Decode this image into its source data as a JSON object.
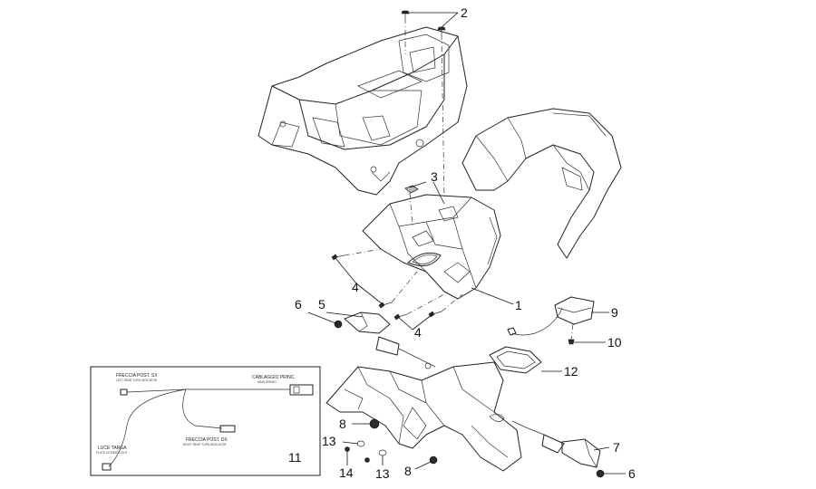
{
  "callouts": {
    "c1": "1",
    "c2": "2",
    "c3": "3",
    "c4a": "4",
    "c4b": "4",
    "c5": "5",
    "c6a": "6",
    "c6b": "6",
    "c7": "7",
    "c8a": "8",
    "c8b": "8",
    "c9": "9",
    "c10": "10",
    "c11": "11",
    "c12": "12",
    "c13a": "13",
    "c13b": "13",
    "c14": "14"
  },
  "inset": {
    "rear_left_indicator": "FRECCIA POST. SX",
    "rear_left_indicator_en": "LEFT REAR TURN INDICATOR",
    "main_wiring": "CABLAGGIO PRINC.",
    "main_wiring_en": "MAIN WIRING",
    "rear_right_indicator": "FRECCIA POST. DX",
    "rear_right_indicator_en": "RIGHT REAR TURN INDICATOR",
    "plate_light": "LUCE TARGA",
    "plate_light_en": "PLATE LICENSE LIGHT"
  }
}
